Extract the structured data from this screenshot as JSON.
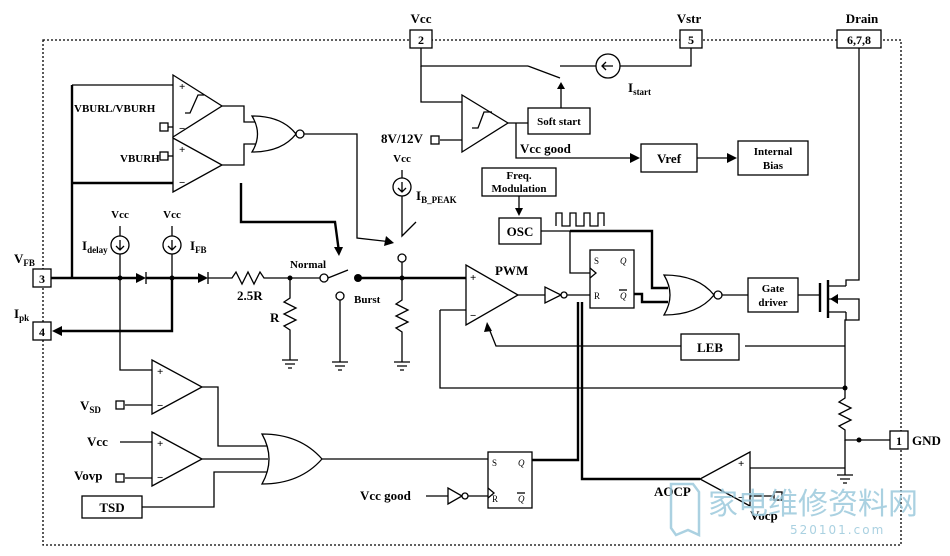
{
  "pins": {
    "vcc": {
      "name": "Vcc",
      "num": "2"
    },
    "vstr": {
      "name": "Vstr",
      "num": "5"
    },
    "drain": {
      "name": "Drain",
      "num": "6,7,8"
    },
    "vfb": {
      "name": "V",
      "sub": "FB",
      "num": "3"
    },
    "ipk": {
      "name": "I",
      "sub": "pk",
      "num": "4"
    },
    "gnd": {
      "name": "GND",
      "num": "1"
    }
  },
  "blocks": {
    "soft_start": "Soft start",
    "vref": "Vref",
    "internal_bias_1": "Internal",
    "internal_bias_2": "Bias",
    "freq_mod_1": "Freq.",
    "freq_mod_2": "Modulation",
    "osc": "OSC",
    "gate_driver_1": "Gate",
    "gate_driver_2": "driver",
    "leb": "LEB",
    "tsd": "TSD"
  },
  "labels": {
    "vburl_vburh": "VBURL/VBURH",
    "vburh": "VBURH",
    "uvlo_threshold": "8V/12V",
    "vcc_good": "Vcc good",
    "vcc_good_2": "Vcc good",
    "istart": "I",
    "istart_sub": "start",
    "ib_peak": "I",
    "ib_peak_sub": "B_PEAK",
    "vcc_src": "Vcc",
    "vcc_delay_src": "Vcc",
    "vcc_fb_src": "Vcc",
    "idelay": "I",
    "idelay_sub": "delay",
    "ifb": "I",
    "ifb_sub": "FB",
    "res_25r": "2.5R",
    "res_r": "R",
    "normal": "Normal",
    "burst": "Burst",
    "pwm": "PWM",
    "vsd": "V",
    "vsd_sub": "SD",
    "vcc_ovp_in": "Vcc",
    "vovp": "Vovp",
    "aocp": "AOCP",
    "vocp": "Vocp",
    "ff_s": "S",
    "ff_r": "R",
    "ff_q": "Q",
    "ff_qb": "Q"
  },
  "watermark": {
    "main": "家电维修资料网",
    "sub": "520101.com"
  }
}
